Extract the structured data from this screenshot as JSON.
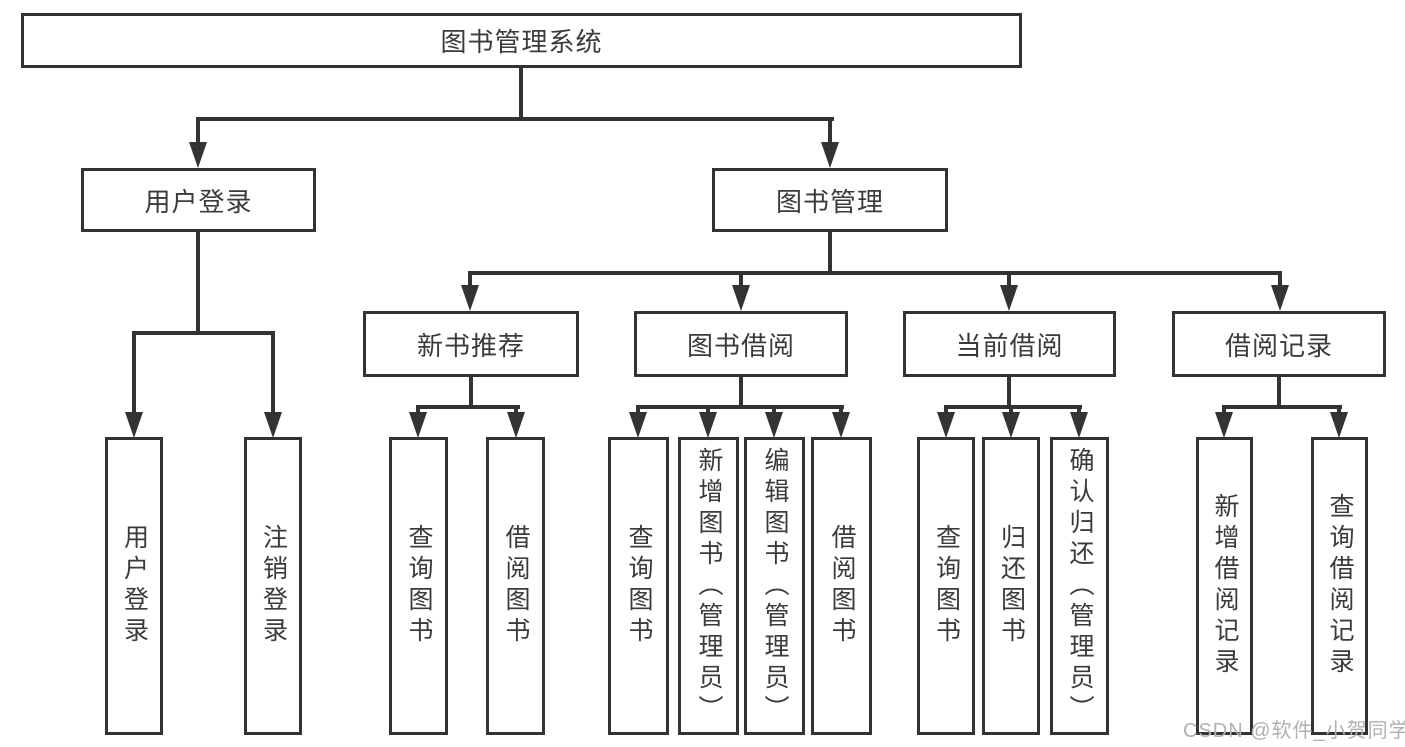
{
  "nodes": {
    "root": {
      "label": "图书管理系统"
    },
    "user_login": {
      "label": "用户登录"
    },
    "book_management": {
      "label": "图书管理"
    },
    "new_book_recommendation": {
      "label": "新书推荐"
    },
    "book_borrowing": {
      "label": "图书借阅"
    },
    "current_borrowing": {
      "label": "当前借阅"
    },
    "borrowing_records": {
      "label": "借阅记录"
    },
    "leaves": {
      "user_login": {
        "label": "用户登录"
      },
      "logout": {
        "label": "注销登录"
      },
      "nb_query_books": {
        "label": "查询图书"
      },
      "nb_borrow_books": {
        "label": "借阅图书"
      },
      "bb_query_books": {
        "label": "查询图书"
      },
      "bb_add_books": {
        "label": "新增图书（管理员）"
      },
      "bb_edit_books": {
        "label": "编辑图书（管理员）"
      },
      "bb_borrow_books": {
        "label": "借阅图书"
      },
      "cb_query_books": {
        "label": "查询图书"
      },
      "cb_return_books": {
        "label": "归还图书"
      },
      "cb_confirm_return": {
        "label": "确认归还（管理员）"
      },
      "br_add_record": {
        "label": "新增借阅记录"
      },
      "br_query_record": {
        "label": "查询借阅记录"
      }
    }
  },
  "watermark": {
    "text": "CSDN @软件_小贺同学"
  },
  "colors": {
    "line": "#333333",
    "box_border": "#333333",
    "text": "#3b3b3b",
    "watermark": "#b1b1b5",
    "background": "#ffffff"
  }
}
